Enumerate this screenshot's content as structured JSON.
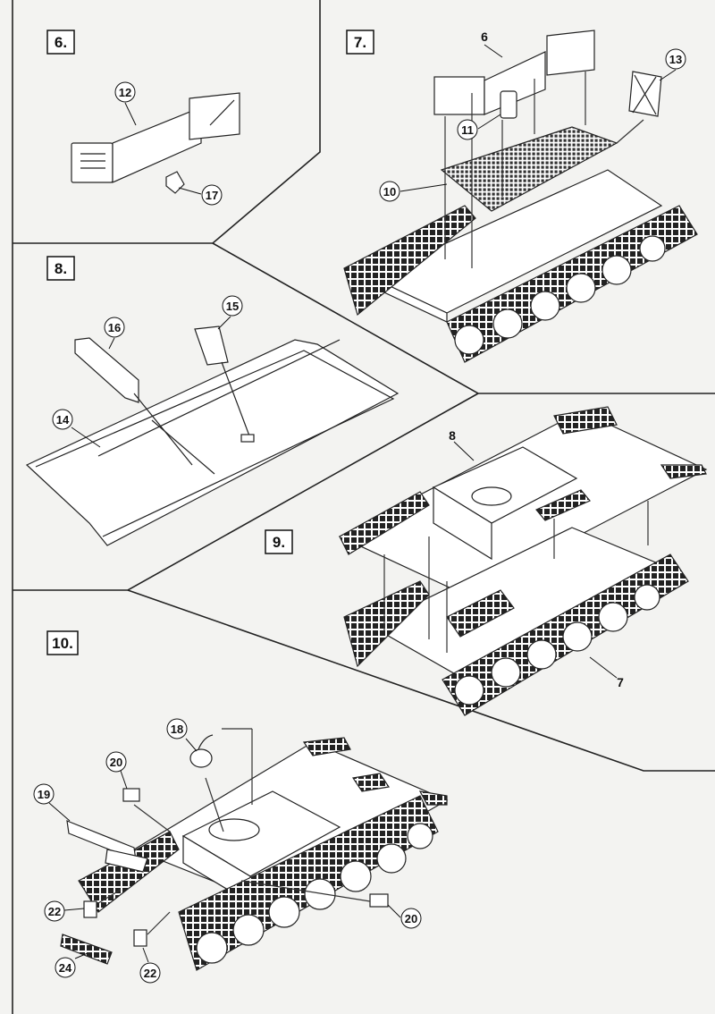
{
  "steps": [
    {
      "number": "6.",
      "callouts": [
        "12",
        "17"
      ]
    },
    {
      "number": "7.",
      "callouts": [
        "6",
        "13",
        "11",
        "10"
      ]
    },
    {
      "number": "8.",
      "callouts": [
        "16",
        "15",
        "14"
      ]
    },
    {
      "number": "9.",
      "callouts": [
        "8",
        "7"
      ]
    },
    {
      "number": "10.",
      "callouts": [
        "18",
        "20",
        "19",
        "22",
        "20",
        "24",
        "22"
      ]
    }
  ],
  "colors": {
    "paper": "#f3f3f1",
    "ink": "#1a1a1a",
    "divider": "#222222"
  }
}
